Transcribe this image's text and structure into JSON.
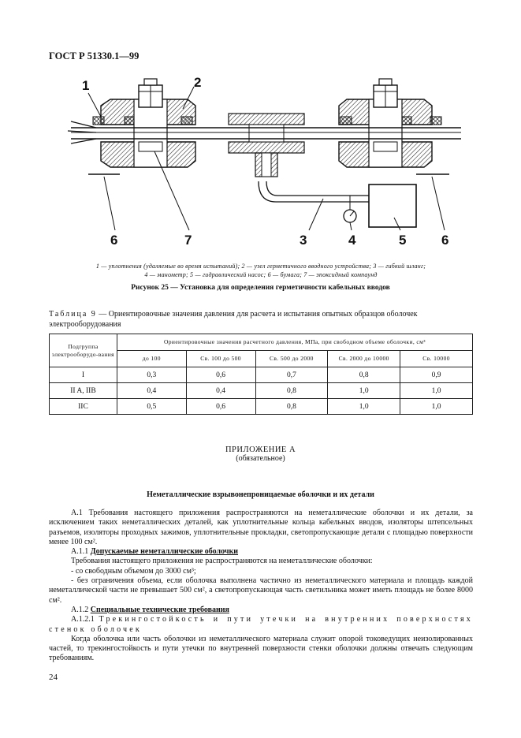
{
  "header": {
    "doc_id": "ГОСТ Р 51330.1—99"
  },
  "figure": {
    "callouts": [
      "1",
      "2",
      "3",
      "4",
      "5",
      "6",
      "6",
      "7"
    ],
    "legend": {
      "line1": "1 — уплотнения (удаляемые во время испытаний); 2 — узел герметичного вводного устройства; 3 — гибкий шланг;",
      "line2": "4 — манометр; 5 — гидравлический насос; 6 — бумага; 7 — эпоксидный компаунд"
    },
    "title": "Рисунок 25 — Установка для определения герметичности кабельных вводов"
  },
  "table": {
    "caption_label": "Таблица 9",
    "caption_text": "— Ориентировочные значения давления для расчета и испытания опытных образцов оболочек электрооборудования",
    "group_header": "Подгруппа электрооборудо-вания",
    "span_header": "Ориентировочные значения расчетного давления, МПа, при свободном объеме оболочки, см³",
    "columns": [
      "до 100",
      "Св. 100 до 500",
      "Св. 500 до 2000",
      "Св. 2000 до 10000",
      "Св. 10000"
    ],
    "rows": [
      {
        "group": "I",
        "values": [
          "0,3",
          "0,6",
          "0,7",
          "0,8",
          "0,9"
        ]
      },
      {
        "group": "II A, IIB",
        "values": [
          "0,4",
          "0,4",
          "0,8",
          "1,0",
          "1,0"
        ]
      },
      {
        "group": "IIC",
        "values": [
          "0,5",
          "0,6",
          "0,8",
          "1,0",
          "1,0"
        ]
      }
    ]
  },
  "appendix": {
    "title": "ПРИЛОЖЕНИЕ А",
    "subtitle": "(обязательное)",
    "section_title": "Неметаллические взрывонепроницаемые оболочки и их детали"
  },
  "body": {
    "p1": "А.1 Требования настоящего приложения распространяются на неметаллические оболочки и их детали, за исключением таких неметаллических деталей, как уплотнительные кольца кабельных вводов, изоляторы штепсельных разъемов, изоляторы проходных зажимов, уплотнительные прокладки, светопропускающие детали с площадью поверхности менее 100 см².",
    "p2_num": "А.1.1",
    "p2_title": "Допускаемые неметаллические оболочки",
    "p3": "Требования настоящего приложения не распространяются на неметаллические оболочки:",
    "p4": "- со свободным объемом до 3000 см³;",
    "p5": "- без ограничения объема, если оболочка выполнена частично из неметаллического материала и площадь каждой неметаллической части не превышает 500 см², а светопропускающая часть светильника может иметь площадь не более 8000 см².",
    "p6_num": "А.1.2",
    "p6_title": "Специальные технические требования",
    "p7_num": "А.1.2.1",
    "p7_spaced": "Трекингостойкость и пути утечки на внутренних поверхностях стенок оболочек",
    "p8": "Когда оболочка или часть оболочки из неметаллического материала служит опорой токоведущих неизолированных частей, то трекингостойкость и пути утечки по внутренней поверхности стенки оболочки должны отвечать следующим требованиям."
  },
  "page_number": "24"
}
